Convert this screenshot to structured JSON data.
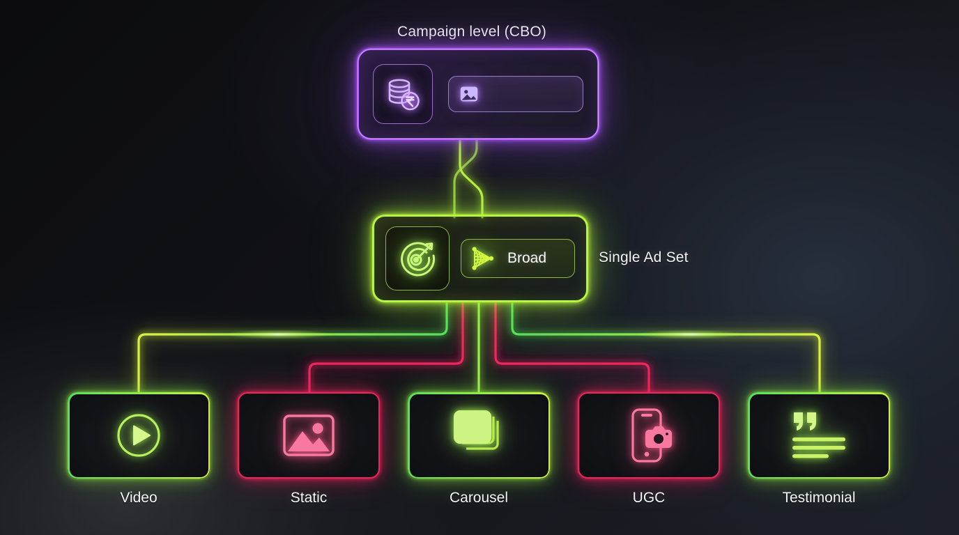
{
  "diagram": {
    "title": "Campaign level (CBO)",
    "background_color": "#0c0c0f",
    "accent_purple": "#a855f7",
    "accent_green": "#b9f53f",
    "accent_pink": "#f0255e"
  },
  "campaign": {
    "caption": "Campaign level (CBO)",
    "budget_icon": "coin-stack-rupee-icon",
    "media_icon": "image-placeholder-icon",
    "media_value": "",
    "media_placeholder": ""
  },
  "adset": {
    "caption": "Single Ad Set",
    "target_icon": "target-arrow-icon",
    "audience_icon": "net-funnel-icon",
    "audience_label": "Broad"
  },
  "creatives": [
    {
      "label": "Video",
      "icon": "play-circle-icon",
      "color": "#9bee4e",
      "tone": "green"
    },
    {
      "label": "Static",
      "icon": "image-icon",
      "color": "#f0255e",
      "tone": "pink"
    },
    {
      "label": "Carousel",
      "icon": "stacked-cards-icon",
      "color": "#9bee4e",
      "tone": "green"
    },
    {
      "label": "UGC",
      "icon": "phone-camera-icon",
      "color": "#f0255e",
      "tone": "pink"
    },
    {
      "label": "Testimonial",
      "icon": "quote-lines-icon",
      "color": "#9bee4e",
      "tone": "green"
    }
  ]
}
